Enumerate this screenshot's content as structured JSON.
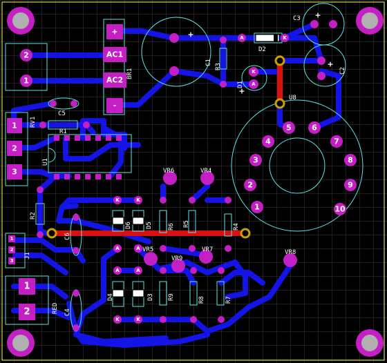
{
  "colors": {
    "background": "#000000",
    "grid": "#3a3a3a",
    "trace_bottom": "#1414e6",
    "trace_top": "#d91010",
    "pad": "#c41fc4",
    "silkscreen": "#5fe6e6",
    "mount_hole": "#b0b0b0",
    "via": "#c8a000"
  },
  "designators": {
    "c1": "C1",
    "c2": "C2",
    "c3": "C3",
    "c4": "C4",
    "c5": "C5",
    "c6": "C6",
    "br1": "BR1",
    "r1": "R1",
    "r2": "R2",
    "r3": "R3",
    "r4": "R4",
    "r5": "R5",
    "r6": "R6",
    "r7": "R7",
    "r8": "R8",
    "r9": "R9",
    "d1": "D1",
    "d2": "D2",
    "d3": "D3",
    "d4": "D4",
    "d5": "D5",
    "d6": "D6",
    "u1": "U1",
    "u8": "U8",
    "rv1": "RV1",
    "vr4": "VR4",
    "vr5": "VR5",
    "vr6": "VR6",
    "vr7": "VR7",
    "vr8": "VR8",
    "vr9": "VR9",
    "j1": "J1",
    "red": "RED"
  },
  "pad_labels": {
    "bridge_plus": "+",
    "bridge_minus": "-",
    "ac1": "AC1",
    "ac2": "AC2",
    "cap_plus": "+",
    "anode": "A",
    "cathode": "K",
    "pin1": "1",
    "pin2": "2",
    "pin3": "3",
    "tube_pins": [
      "1",
      "2",
      "3",
      "4",
      "5",
      "6",
      "7",
      "8",
      "9",
      "10"
    ]
  }
}
